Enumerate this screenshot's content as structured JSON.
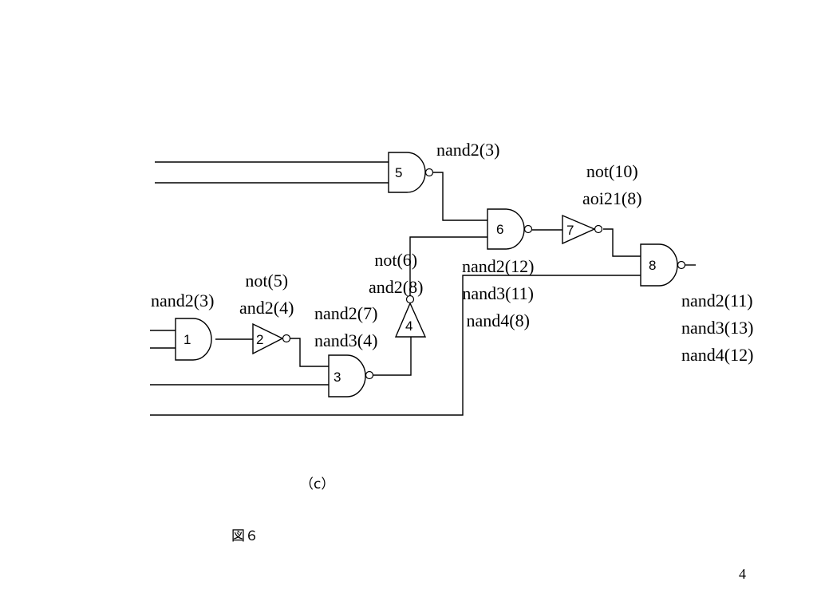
{
  "gates": [
    {
      "id": "1",
      "type": "nand",
      "label": "1"
    },
    {
      "id": "2",
      "type": "not",
      "label": "2"
    },
    {
      "id": "3",
      "type": "nand",
      "label": "3"
    },
    {
      "id": "4",
      "type": "not",
      "label": "4"
    },
    {
      "id": "5",
      "type": "nand",
      "label": "5"
    },
    {
      "id": "6",
      "type": "nand",
      "label": "6"
    },
    {
      "id": "7",
      "type": "not",
      "label": "7"
    },
    {
      "id": "8",
      "type": "nand",
      "label": "8"
    }
  ],
  "annotations": {
    "gate1": [
      "nand2(3)"
    ],
    "gate2": [
      "not(5)",
      "and2(4)"
    ],
    "gate3": [
      "nand2(7)",
      "nand3(4)"
    ],
    "gate4": [
      "not(6)",
      "and2(8)"
    ],
    "gate5": [
      "nand2(3)"
    ],
    "gate6": [
      "nand2(12)",
      "nand3(11)",
      "nand4(8)"
    ],
    "gate7": [
      "not(10)",
      "aoi21(8)"
    ],
    "gate8": [
      "nand2(11)",
      "nand3(13)",
      "nand4(12)"
    ]
  },
  "caption": "（c）",
  "figure_label": "図６",
  "page_number": "4"
}
